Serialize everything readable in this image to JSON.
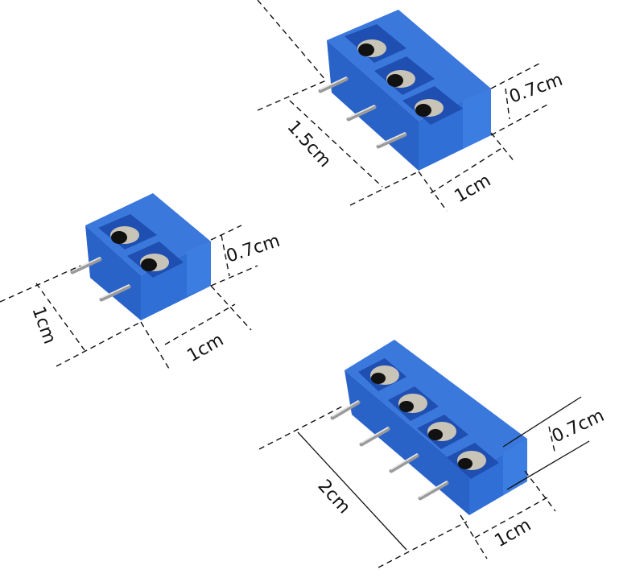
{
  "colors": {
    "body_blue": "#2f6fd6",
    "body_blue_dark": "#1f4fb0",
    "body_blue_light": "#4f8df0",
    "metal": "#c9c4b8",
    "hole": "#111111",
    "dimension_line": "#111111",
    "background": "#ffffff"
  },
  "terminals": [
    {
      "name": "2-pin terminal block",
      "pins": 2,
      "dimensions": {
        "length": "1cm",
        "depth": "1cm",
        "height": "0.7cm"
      }
    },
    {
      "name": "3-pin terminal block",
      "pins": 3,
      "dimensions": {
        "length": "1.5cm",
        "depth": "1cm",
        "height": "0.7cm"
      }
    },
    {
      "name": "4-pin terminal block",
      "pins": 4,
      "dimensions": {
        "length": "2cm",
        "depth": "1cm",
        "height": "0.7cm"
      }
    }
  ]
}
